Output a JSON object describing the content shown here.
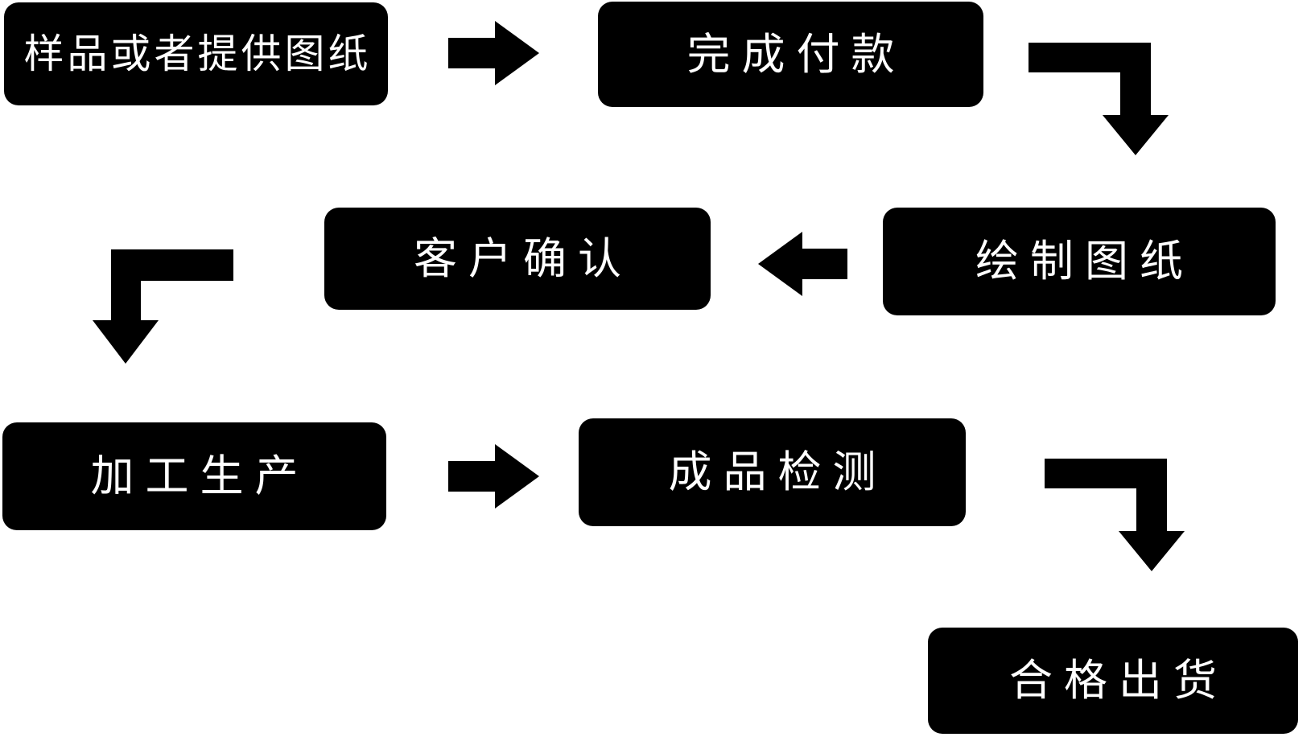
{
  "diagram": {
    "type": "flowchart",
    "background_color": "#ffffff",
    "node_color": "#000000",
    "node_text_color": "#ffffff",
    "arrow_color": "#000000",
    "nodes": [
      {
        "id": "node-1",
        "label": "样品或者提供图纸"
      },
      {
        "id": "node-2",
        "label": "完成付款"
      },
      {
        "id": "node-3",
        "label": "绘制图纸"
      },
      {
        "id": "node-4",
        "label": "客户确认"
      },
      {
        "id": "node-5",
        "label": "加工生产"
      },
      {
        "id": "node-6",
        "label": "成品检测"
      },
      {
        "id": "node-7",
        "label": "合格出货"
      }
    ],
    "connections": [
      {
        "from": "样品或者提供图纸",
        "to": "完成付款",
        "shape": "straight-right"
      },
      {
        "from": "完成付款",
        "to": "绘制图纸",
        "shape": "elbow-right-down"
      },
      {
        "from": "绘制图纸",
        "to": "客户确认",
        "shape": "straight-left"
      },
      {
        "from": "客户确认",
        "to": "加工生产",
        "shape": "elbow-left-down"
      },
      {
        "from": "加工生产",
        "to": "成品检测",
        "shape": "straight-right"
      },
      {
        "from": "成品检测",
        "to": "合格出货",
        "shape": "elbow-right-down"
      }
    ]
  }
}
